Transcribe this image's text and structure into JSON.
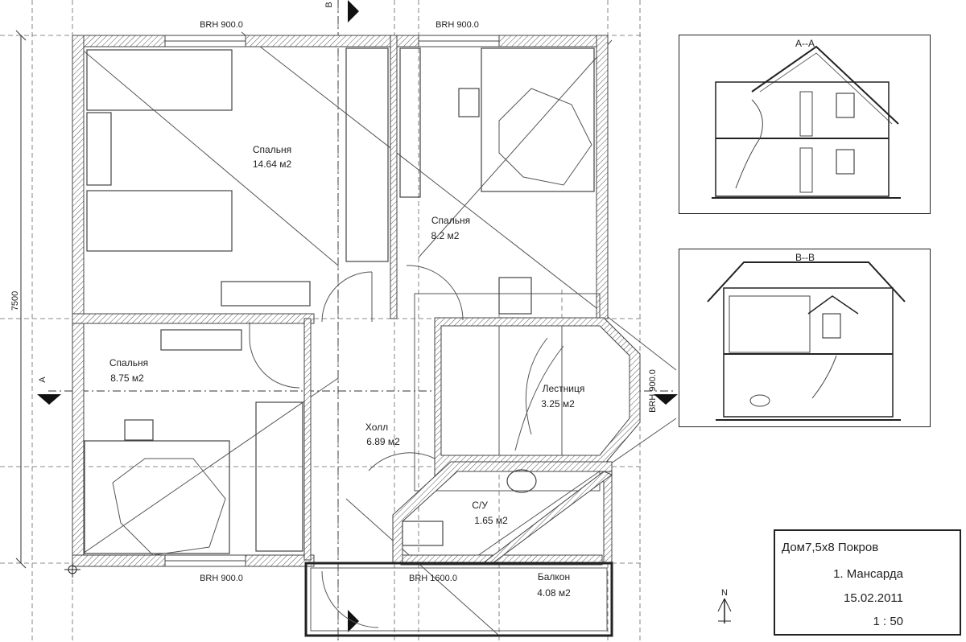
{
  "rooms": [
    {
      "name": "Спальня",
      "area": "14.64 м2"
    },
    {
      "name": "Спальня",
      "area": "8.2 м2"
    },
    {
      "name": "Спальня",
      "area": "8.75 м2"
    },
    {
      "name": "Холл",
      "area": "6.89 м2"
    },
    {
      "name": "Лестниця",
      "area": "3.25 м2"
    },
    {
      "name": "С/У",
      "area": "1.65 м2"
    },
    {
      "name": "Балкон",
      "area": "4.08 м2"
    }
  ],
  "windows": {
    "top_left": "BRH 900.0",
    "top_right": "BRH 900.0",
    "bottom_left": "BRH 900.0",
    "bottom_mid": "BRH 1600.0",
    "right_side": "BRH 900.0"
  },
  "dimension_left": "7500",
  "section_marks": {
    "axis_a_left": "A",
    "axis_b_top": "B"
  },
  "section_views": [
    {
      "title": "A--A"
    },
    {
      "title": "B--B"
    }
  ],
  "north": "N",
  "title_block": {
    "project": "Дом7,5х8 Покров",
    "sheet": "1. Мансарда",
    "date": "15.02.2011",
    "scale": "1 : 50"
  }
}
